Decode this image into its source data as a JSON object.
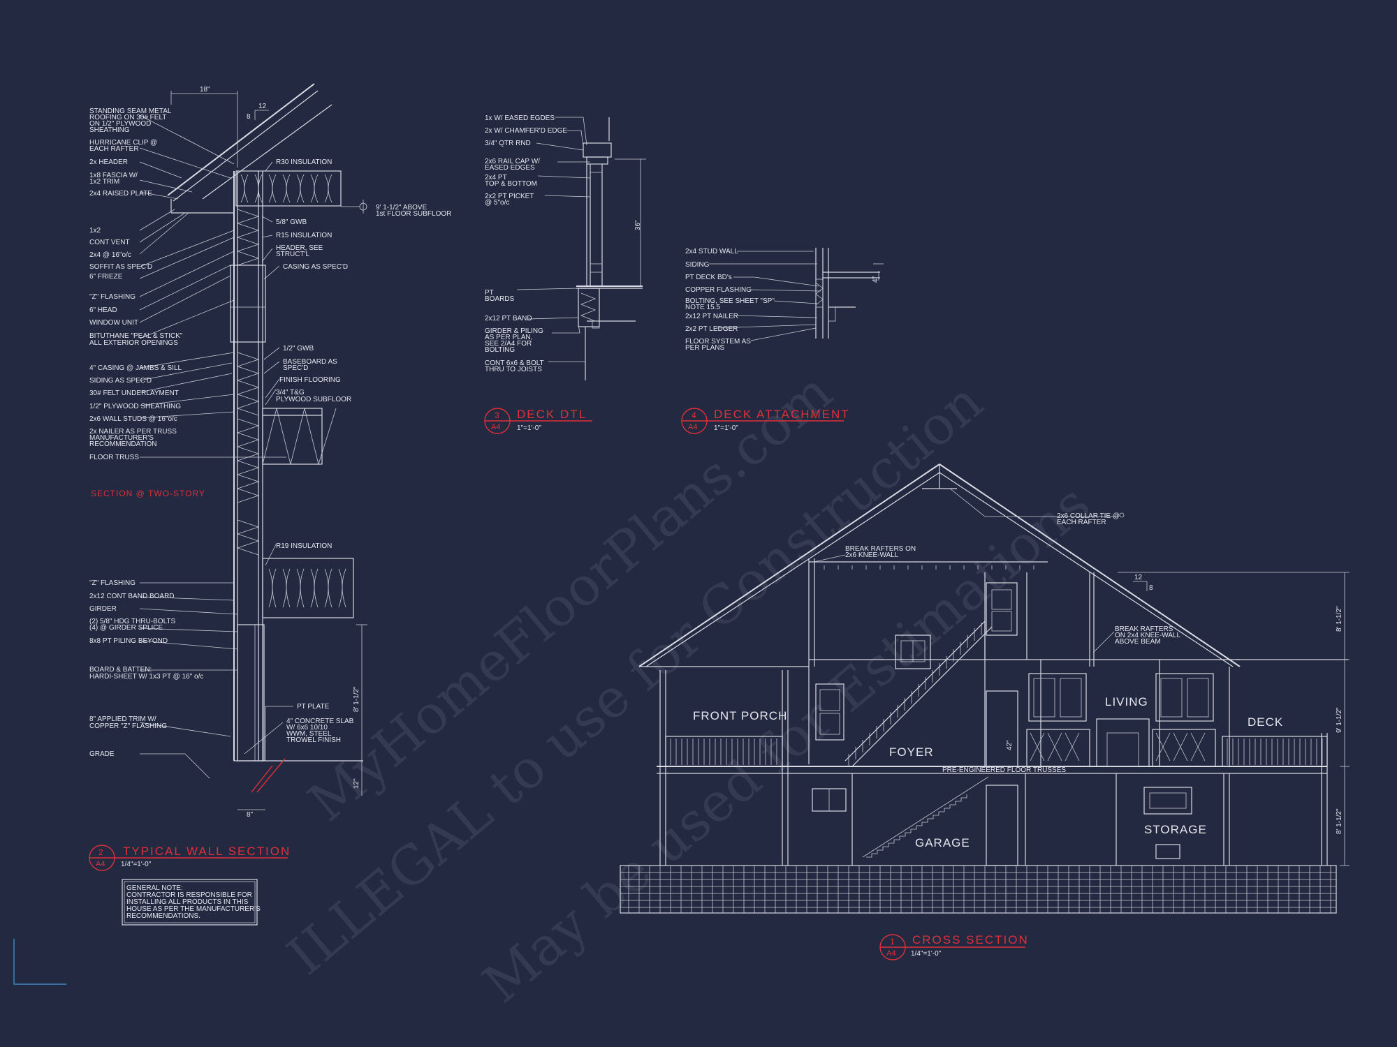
{
  "wall_section": {
    "top_dim": "18\"",
    "pitch_run": "12",
    "pitch_rise": "8",
    "left_notes": [
      "STANDING SEAM METAL",
      "ROOFING ON 30# FELT",
      "ON 1/2\" PLYWOOD",
      "SHEATHING",
      "HURRICANE CLIP @",
      "EACH RAFTER",
      "2x HEADER",
      "1x8 FASCIA W/",
      "1x2 TRIM",
      "2x4 RAISED PLATE",
      "1x2",
      "CONT VENT",
      "2x4 @ 16\"o/c",
      "SOFFIT AS SPEC'D",
      "6\" FRIEZE",
      "\"Z\" FLASHING",
      "6\" HEAD",
      "WINDOW UNIT",
      "BITUTHANE \"PEAL & STICK\"",
      "ALL EXTERIOR OPENINGS",
      "4\" CASING @ JAMBS & SILL",
      "SIDING AS SPEC'D",
      "30# FELT UNDERLAYMENT",
      "1/2\" PLYWOOD SHEATHING",
      "2x6 WALL STUDS @ 16\"o/c",
      "2x NAILER AS PER TRUSS",
      "MANUFACTURER'S",
      "RECOMMENDATION",
      "FLOOR TRUSS",
      "\"Z\" FLASHING",
      "2x12 CONT BAND BOARD",
      "GIRDER",
      "(2) 5/8\" HDG THRU-BOLTS",
      "(4) @ GIRDER SPLICE",
      "8x8 PT PILING BEYOND",
      "BOARD & BATTEN:",
      "HARDI-SHEET W/ 1x3 PT @ 16\" o/c",
      "8\" APPLIED TRIM W/",
      "COPPER \"Z\" FLASHING",
      "GRADE"
    ],
    "right_notes": [
      "R30 INSULATION",
      "5/8\" GWB",
      "R15 INSULATION",
      "HEADER, SEE",
      "STRUCT'L",
      "CASING AS SPEC'D",
      "1/2\" GWB",
      "BASEBOARD AS",
      "SPEC'D",
      "FINISH FLOORING",
      "3/4\" T&G",
      "PLYWOOD SUBFLOOR",
      "R19 INSULATION",
      "PT PLATE",
      "4\" CONCRETE SLAB",
      "W/ 6x6 10/10",
      "WWM, STEEL",
      "TROWEL FINISH"
    ],
    "elev_note_1": "9' 1-1/2\" ABOVE",
    "elev_note_2": "1st FLOOR SUBFLOOR",
    "dim_height": "8' 1-1/2\"",
    "dim_12": "12\"",
    "dim_8": "8\"",
    "red_label": "SECTION @ TWO-STORY",
    "title_num": "2",
    "title_sheet": "A4",
    "title": "TYPICAL WALL SECTION",
    "scale": "1/4\"=1'-0\"",
    "general_note": [
      "GENERAL NOTE:",
      "CONTRACTOR IS RESPONSIBLE FOR",
      "INSTALLING ALL PRODUCTS IN THIS",
      "HOUSE AS PER THE MANUFACTURER'S",
      "RECOMMENDATIONS."
    ]
  },
  "deck_dtl": {
    "notes": [
      "1x W/ EASED EGDES",
      "2x W/ CHAMFER'D EDGE",
      "3/4\" QTR RND",
      "2x6 RAIL CAP W/",
      "EASED EDGES",
      "2x4 PT",
      "TOP & BOTTOM",
      "2x2 PT PICKET",
      "@ 5\"o/c",
      "PT",
      "BOARDS",
      "2x12 PT BAND",
      "GIRDER & PILING",
      "AS PER PLAN,",
      "SEE 2/A4 FOR",
      "BOLTING",
      "CONT 6x6 & BOLT",
      "THRU TO JOISTS"
    ],
    "dim": "36\"",
    "title_num": "3",
    "title_sheet": "A4",
    "title": "DECK DTL",
    "scale": "1\"=1'-0\""
  },
  "deck_attach": {
    "notes": [
      "2x4 STUD WALL",
      "SIDING",
      "PT DECK BD's",
      "COPPER FLASHING",
      "BOLTING, SEE SHEET \"SP\"",
      "NOTE 15.5",
      "2x12 PT NAILER",
      "2x2 PT LEDGER",
      "FLOOR SYSTEM AS",
      "PER PLANS"
    ],
    "dim": "4\"",
    "title_num": "4",
    "title_sheet": "A4",
    "title": "DECK ATTACHMENT",
    "scale": "1\"=1'-0\""
  },
  "cross_section": {
    "rooms": [
      "FRONT PORCH",
      "FOYER",
      "LIVING",
      "DECK",
      "GARAGE",
      "STORAGE"
    ],
    "notes": [
      "2x6 COLLAR TIE @",
      "EACH RAFTER",
      "BREAK RAFTERS ON",
      "2x6 KNEE-WALL",
      "BREAK RAFTERS",
      "ON 2x4 KNEE-WALL",
      "ABOVE BEAM",
      "PRE-ENGINEERED FLOOR TRUSSES"
    ],
    "pitch_run": "12",
    "pitch_rise": "8",
    "dim_top": "8' 1-1/2\"",
    "dim_mid": "9' 1-1/2\"",
    "dim_low": "8' 1-1/2\"",
    "dim_rail": "42\"",
    "title_num": "1",
    "title_sheet": "A4",
    "title": "CROSS SECTION",
    "scale": "1/4\"=1'-0\""
  },
  "watermark": [
    "MyHomeFloorPlans.com",
    "ILLEGAL to use for Construction",
    "May be used for Estimations"
  ],
  "colors": {
    "background": "#222940",
    "linework": "#d9dce4",
    "title_red": "#e0303a",
    "watermark": "#8d93a8"
  }
}
